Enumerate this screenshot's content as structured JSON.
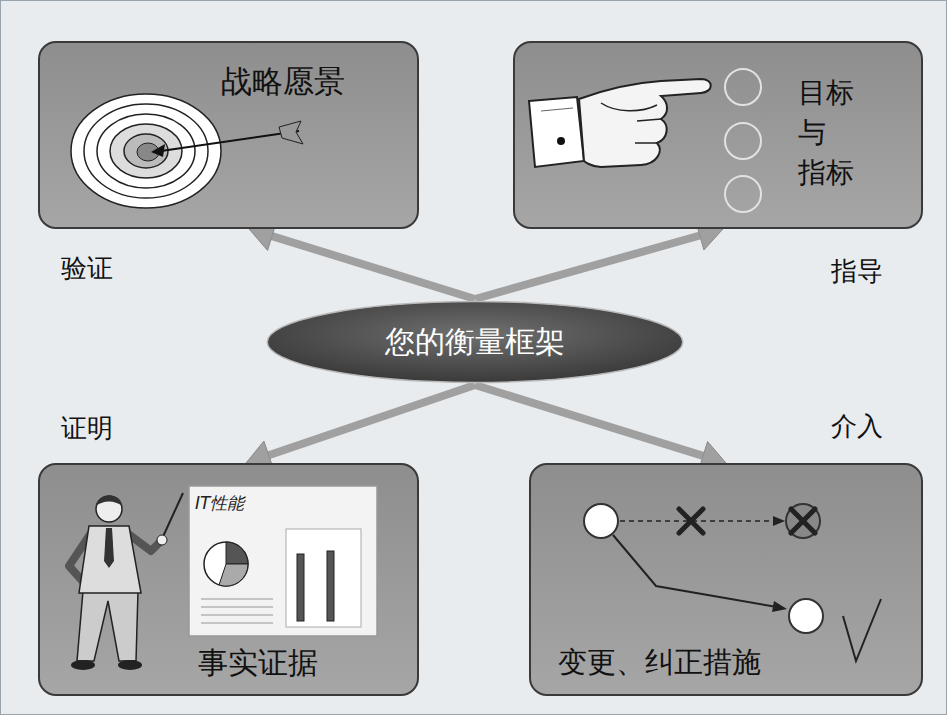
{
  "diagram": {
    "nodes": [
      {
        "text": [
          "战略愿景"
        ]
      },
      {
        "text": [
          "目标 与 指标"
        ]
      },
      {
        "text": [
          "您的衡量框架"
        ]
      },
      {
        "text": [
          "事实证据"
        ]
      },
      {
        "text": [
          "变更、纠正措施"
        ]
      }
    ],
    "edges": [
      {
        "from": 2,
        "to": 0,
        "arrow": "to",
        "label": "验证"
      },
      {
        "from": 2,
        "to": 1,
        "arrow": "to",
        "label": "指导"
      },
      {
        "from": 2,
        "to": 3,
        "arrow": "to",
        "label": "证明"
      },
      {
        "from": 2,
        "to": 4,
        "arrow": "to",
        "label": "介入"
      }
    ],
    "labels": [
      "IT性能"
    ]
  }
}
